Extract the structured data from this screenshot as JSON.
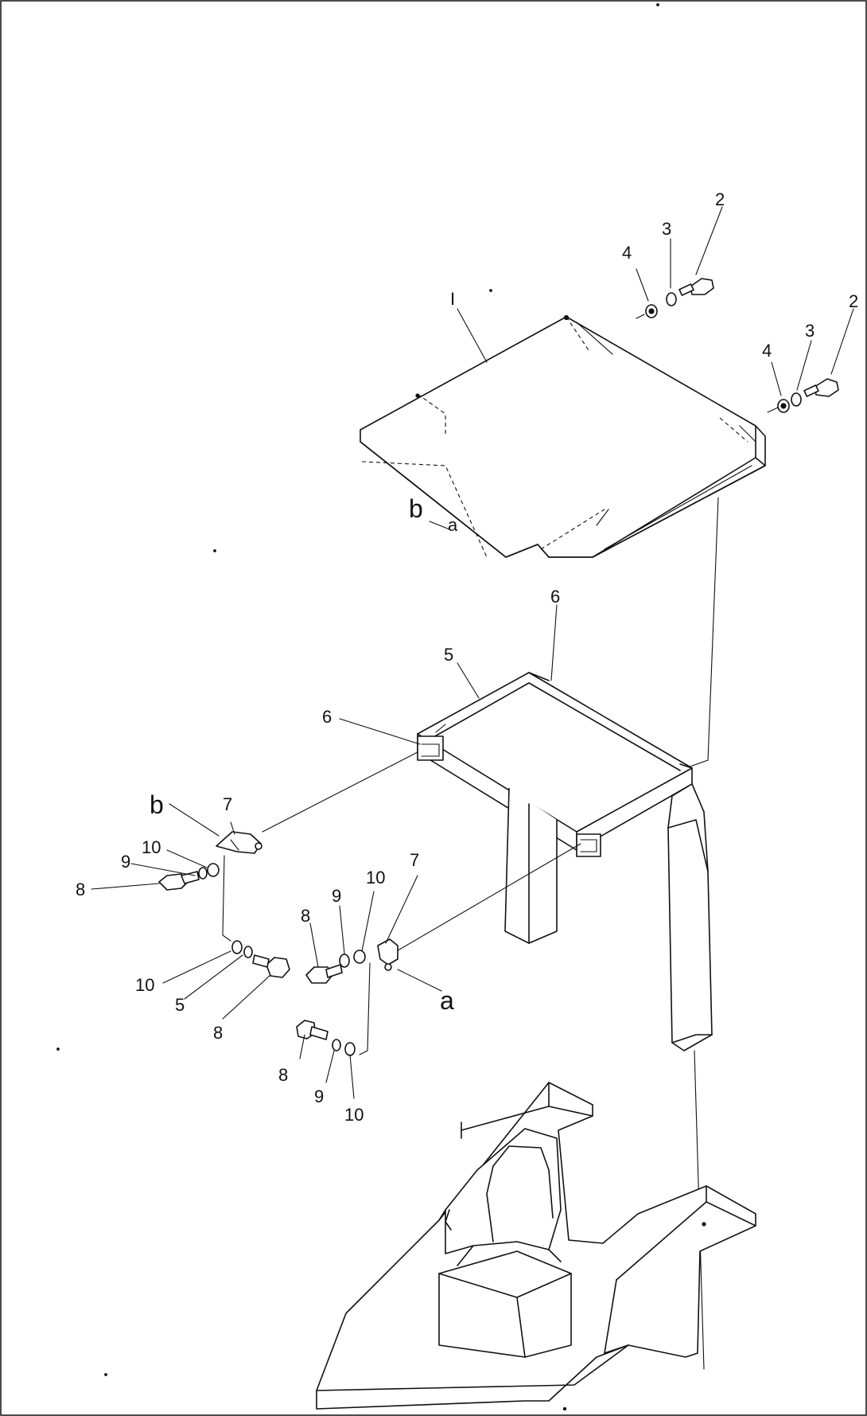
{
  "labels": {
    "l1": "I",
    "l2a": "2",
    "l3a": "3",
    "l4a": "4",
    "l2b": "2",
    "l3b": "3",
    "l4b": "4",
    "lb_top": "b",
    "la_top": "a",
    "l5": "5",
    "l6a": "6",
    "l6b": "6",
    "lb_left": "b",
    "l7a": "7",
    "l10a": "10",
    "l9a": "9",
    "l8a": "8",
    "l10b": "10",
    "l5b": "5",
    "l8b": "8",
    "l8c": "8",
    "l9c": "9",
    "l10c": "10",
    "l7b": "7",
    "la_right": "a",
    "l8d": "8",
    "l9d": "9",
    "l10d": "10"
  }
}
